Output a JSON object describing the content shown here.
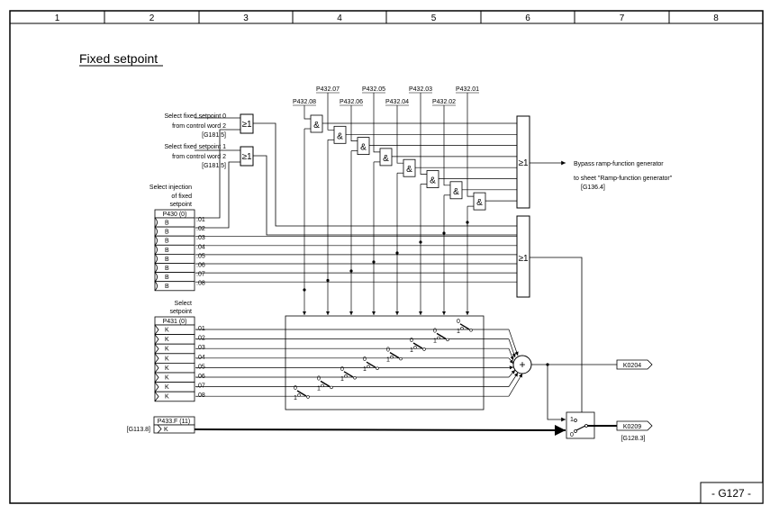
{
  "sheet": {
    "columns": [
      "1",
      "2",
      "3",
      "4",
      "5",
      "6",
      "7",
      "8"
    ],
    "title": "Fixed setpoint",
    "sheet_id": "- G127 -"
  },
  "inputs": {
    "select_fsp0": [
      "Select fixed setpoint 0",
      "from control word 2",
      "[G181.5]"
    ],
    "select_fsp1": [
      "Select fixed setpoint 1",
      "from control word 2",
      "[G181.5]"
    ],
    "injection_label": [
      "Select injection",
      "of fixed",
      "setpoint"
    ],
    "injection_param": "P430 (0)",
    "injection_connector_type": "B",
    "setpoint_label": [
      "Select",
      "setpoint"
    ],
    "setpoint_param": "P431 (0)",
    "setpoint_connector_type": "K",
    "indices": [
      ".01",
      ".02",
      ".03",
      ".04",
      ".05",
      ".06",
      ".07",
      ".08"
    ],
    "p433_param": "P433.F (11)",
    "p433_type": "K",
    "p433_ref": "[G113.8]"
  },
  "and_params": [
    "P432.08",
    "P432.07",
    "P432.06",
    "P432.05",
    "P432.04",
    "P432.03",
    "P432.02",
    "P432.01"
  ],
  "gates": {
    "or_symbol": "≥1",
    "and_symbol": "&",
    "sum_symbol": "+"
  },
  "switch_labels": {
    "zero": "0",
    "one": "1"
  },
  "outputs": {
    "bypass": [
      "Bypass ramp-function generator",
      "to sheet \"Ramp-function generator\"",
      "[G136.4]"
    ],
    "k0204": "K0204",
    "k0209": "K0209",
    "k0209_ref": "[G128.3]",
    "mux_in1": "1",
    "mux_in0": "0"
  }
}
